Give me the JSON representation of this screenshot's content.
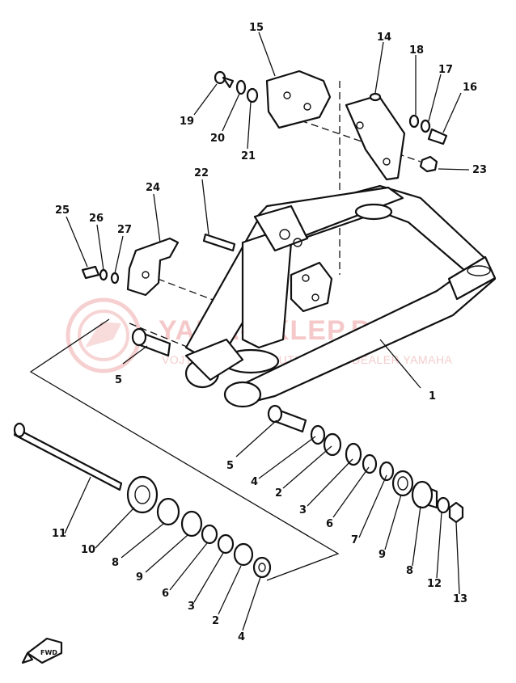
{
  "watermark": {
    "title": "YAMA-SKLEP.PL",
    "subtitle": "VOJTA-MOTO LTD. AUTHORIZED DEALER YAMAHA",
    "color": "#e05a5a"
  },
  "callouts": {
    "c1": "1",
    "c2a": "2",
    "c2b": "2",
    "c3a": "3",
    "c3b": "3",
    "c4a": "4",
    "c4b": "4",
    "c5a": "5",
    "c5b": "5",
    "c6a": "6",
    "c6b": "6",
    "c7": "7",
    "c8a": "8",
    "c8b": "8",
    "c9a": "9",
    "c9b": "9",
    "c10": "10",
    "c11": "11",
    "c12": "12",
    "c13": "13",
    "c14": "14",
    "c15": "15",
    "c16": "16",
    "c17": "17",
    "c18": "18",
    "c19": "19",
    "c20": "20",
    "c21": "21",
    "c22": "22",
    "c23": "23",
    "c24": "24",
    "c25": "25",
    "c26": "26",
    "c27": "27"
  },
  "front_marker": "FWD"
}
